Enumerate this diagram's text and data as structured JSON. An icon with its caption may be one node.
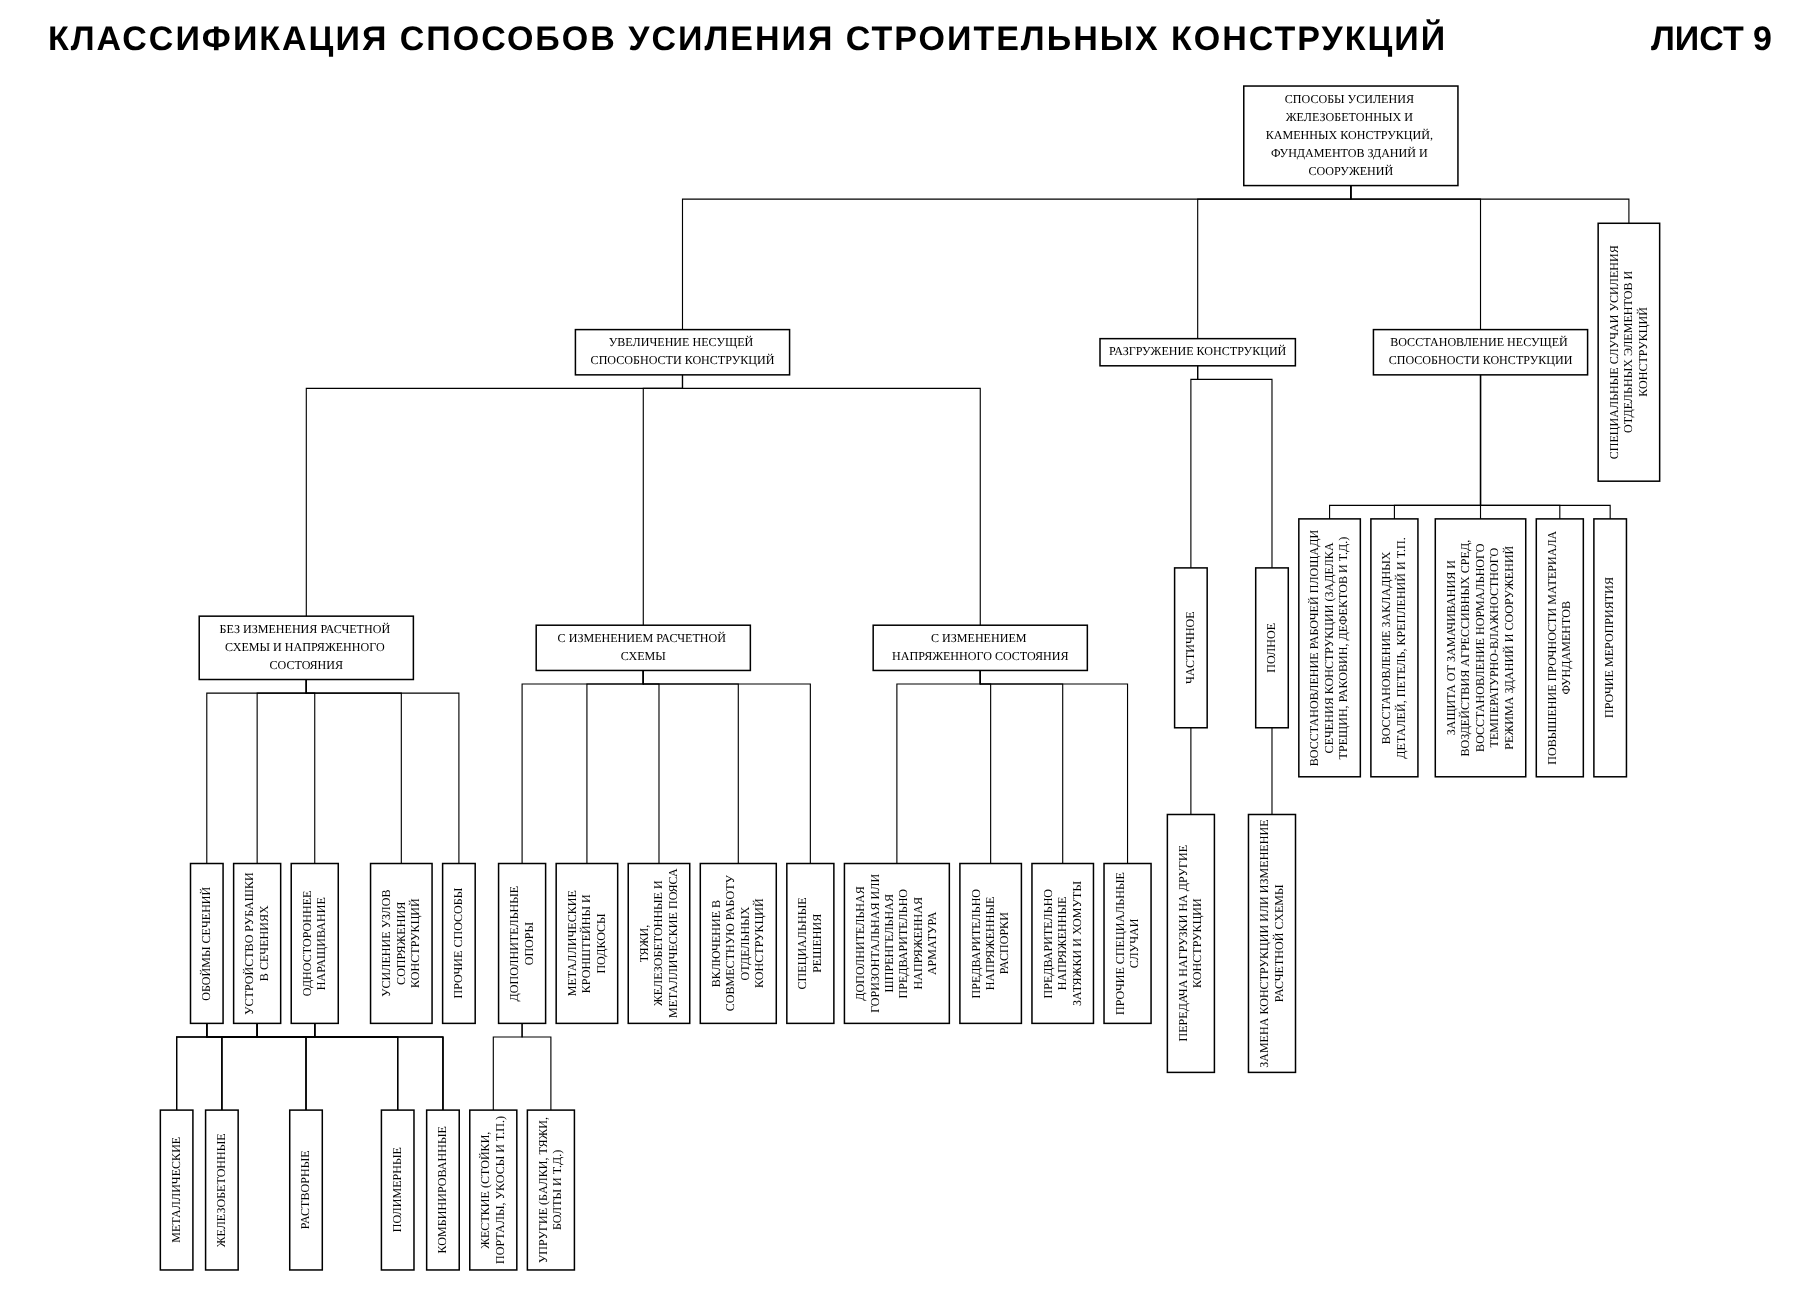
{
  "diagram": {
    "title": "КЛАССИФИКАЦИЯ СПОСОБОВ УСИЛЕНИЯ СТРОИТЕЛЬНЫХ КОНСТРУКЦИЙ",
    "nodes": [
      {
        "text": [
          "СПОСОБЫ УСИЛЕНИЯ ЖЕЛЕЗОБЕТОННЫХ И КАМЕННЫХ КОНСТРУКЦИЙ, ФУНДАМЕНТОВ ЗДАНИЙ И СООРУЖЕНИЙ"
        ]
      },
      {
        "text": [
          "ВОССТАНОВЛЕНИЕ НЕСУЩЕЙ СПОСОБНОСТИ КОНСТРУКЦИИ"
        ]
      },
      {
        "text": [
          "УВЕЛИЧЕНИЕ НЕСУЩЕЙ СПОСОБНОСТИ КОНСТРУКЦИЙ"
        ]
      },
      {
        "text": [
          "РАЗГРУЖЕНИЕ КОНСТРУКЦИЙ"
        ]
      },
      {
        "text": [
          "СПЕЦИАЛЬНЫЕ СЛУЧАИ УСИЛЕНИЯ ОТДЕЛЬНЫХ ЭЛЕМЕНТОВ И КОНСТРУКЦИЙ"
        ]
      },
      {
        "text": [
          "БЕЗ ИЗМЕНЕНИЯ РАСЧЕТНОЙ СХЕМЫ И НАПРЯЖЕННОГО СОСТОЯНИЯ"
        ]
      },
      {
        "text": [
          "С ИЗМЕНЕНИЕМ РАСЧЕТНОЙ СХЕМЫ"
        ]
      },
      {
        "text": [
          "С ИЗМЕНЕНИЕМ НАПРЯЖЕННОГО СОСТОЯНИЯ"
        ]
      },
      {
        "text": [
          "ЧАСТИЧНОЕ"
        ]
      },
      {
        "text": [
          "ПОЛНОЕ"
        ]
      },
      {
        "text": [
          "ВОССТАНОВЛЕНИЕ РАБОЧЕЙ ПЛОЩАДИ СЕЧЕНИЯ КОНСТРУКЦИИ (ЗАДЕЛКА ТРЕЩИН, РАКОВИН, ДЕФЕКТОВ И Т.Д.)"
        ]
      },
      {
        "text": [
          "ВОССТАНОВЛЕНИЕ ЗАКЛАДНЫХ ДЕТАЛЕЙ, ПЕТЕЛЬ, КРЕПЛЕНИЙ И Т.П."
        ]
      },
      {
        "text": [
          "ЗАЩИТА ОТ ЗАМАЧИВАНИЯ И ВОЗДЕЙСТВИЯ АГРЕССИВНЫХ СРЕД, ВОССТАНОВЛЕНИЕ НОРМАЛЬНОГО ТЕМПЕРАТУРНО-ВЛАЖНОСТНОГО РЕЖИМА ЗДАНИЙ И СООРУЖЕНИЙ"
        ]
      },
      {
        "text": [
          "ПОВЫШЕНИЕ ПРОЧНОСТИ МАТЕРИАЛА ФУНДАМЕНТОВ"
        ]
      },
      {
        "text": [
          "ПРОЧИЕ МЕРОПРИЯТИЯ"
        ]
      },
      {
        "text": [
          "ОБОЙМЫ СЕЧЕНИЙ"
        ]
      },
      {
        "text": [
          "УСТРОЙСТВО РУБАШКИ В СЕЧЕНИЯХ"
        ]
      },
      {
        "text": [
          "ОДНОСТОРОННЕЕ НАРАЩИВАНИЕ"
        ]
      },
      {
        "text": [
          "УСИЛЕНИЕ УЗЛОВ СОПРЯЖЕНИЯ КОНСТРУКЦИЙ"
        ]
      },
      {
        "text": [
          "ПРОЧИЕ СПОСОБЫ"
        ]
      },
      {
        "text": [
          "ДОПОЛНИТЕЛЬНЫЕ ОПОРЫ"
        ]
      },
      {
        "text": [
          "МЕТАЛЛИЧЕСКИЕ КРОНШТЕЙНЫ И ПОДКОСЫ"
        ]
      },
      {
        "text": [
          "ТЯЖИ, ЖЕЛЕЗОБЕТОННЫЕ И МЕТАЛЛИЧЕСКИЕ ПОЯСА"
        ]
      },
      {
        "text": [
          "ВКЛЮЧЕНИЕ В СОВМЕСТНУЮ РАБОТУ ОТДЕЛЬНЫХ КОНСТРУКЦИЙ"
        ]
      },
      {
        "text": [
          "СПЕЦИАЛЬНЫЕ РЕШЕНИЯ"
        ]
      },
      {
        "text": [
          "ДОПОЛНИТЕЛЬНАЯ ГОРИЗОНТАЛЬНАЯ ИЛИ ШПРЕНГЕЛЬНАЯ ПРЕДВАРИТЕЛЬНО НАПРЯЖЕННАЯ АРМАТУРА"
        ]
      },
      {
        "text": [
          "ПРЕДВАРИТЕЛЬНО НАПРЯЖЕННЫЕ РАСПОРКИ"
        ]
      },
      {
        "text": [
          "ПРЕДВАРИТЕЛЬНО НАПРЯЖЕННЫЕ ЗАТЯЖКИ И ХОМУТЫ"
        ]
      },
      {
        "text": [
          "ПРОЧИЕ СПЕЦИАЛЬНЫЕ СЛУЧАИ"
        ]
      },
      {
        "text": [
          "ПЕРЕДАЧА НАГРУЗКИ НА ДРУГИЕ КОНСТРУКЦИИ"
        ]
      },
      {
        "text": [
          "ЗАМЕНА КОНСТРУКЦИИ ИЛИ ИЗМЕНЕНИЕ РАСЧЕТНОЙ СХЕМЫ"
        ]
      },
      {
        "text": [
          "МЕТАЛЛИЧЕСКИЕ"
        ]
      },
      {
        "text": [
          "ЖЕЛЕЗОБЕТОННЫЕ"
        ]
      },
      {
        "text": [
          "РАСТВОРНЫЕ"
        ]
      },
      {
        "text": [
          "ПОЛИМЕРНЫЕ"
        ]
      },
      {
        "text": [
          "КОМБИНИРОВАННЫЕ"
        ]
      },
      {
        "text": [
          "ЖЕСТКИЕ (СТОЙКИ, ПОРТАЛЫ, УКОСЫ И Т.П.)"
        ]
      },
      {
        "text": [
          "УПРУГИЕ (БАЛКИ, ТЯЖИ, БОЛТЫ И Т.Д.)"
        ]
      }
    ],
    "edges": [
      {
        "from": 0,
        "to": 1,
        "arrow": "none"
      },
      {
        "from": 0,
        "to": 2,
        "arrow": "none"
      },
      {
        "from": 0,
        "to": 3,
        "arrow": "none"
      },
      {
        "from": 0,
        "to": 4,
        "arrow": "none"
      },
      {
        "from": 1,
        "to": 10,
        "arrow": "none"
      },
      {
        "from": 1,
        "to": 11,
        "arrow": "none"
      },
      {
        "from": 1,
        "to": 12,
        "arrow": "none"
      },
      {
        "from": 1,
        "to": 13,
        "arrow": "none"
      },
      {
        "from": 1,
        "to": 14,
        "arrow": "none"
      },
      {
        "from": 2,
        "to": 5,
        "arrow": "none"
      },
      {
        "from": 2,
        "to": 6,
        "arrow": "none"
      },
      {
        "from": 2,
        "to": 7,
        "arrow": "none"
      },
      {
        "from": 3,
        "to": 8,
        "arrow": "none"
      },
      {
        "from": 3,
        "to": 9,
        "arrow": "none"
      },
      {
        "from": 5,
        "to": 15,
        "arrow": "none"
      },
      {
        "from": 5,
        "to": 16,
        "arrow": "none"
      },
      {
        "from": 5,
        "to": 17,
        "arrow": "none"
      },
      {
        "from": 5,
        "to": 18,
        "arrow": "none"
      },
      {
        "from": 5,
        "to": 19,
        "arrow": "none"
      },
      {
        "from": 6,
        "to": 20,
        "arrow": "none"
      },
      {
        "from": 6,
        "to": 21,
        "arrow": "none"
      },
      {
        "from": 6,
        "to": 22,
        "arrow": "none"
      },
      {
        "from": 6,
        "to": 23,
        "arrow": "none"
      },
      {
        "from": 6,
        "to": 24,
        "arrow": "none"
      },
      {
        "from": 7,
        "to": 25,
        "arrow": "none"
      },
      {
        "from": 7,
        "to": 26,
        "arrow": "none"
      },
      {
        "from": 7,
        "to": 27,
        "arrow": "none"
      },
      {
        "from": 7,
        "to": 28,
        "arrow": "none"
      },
      {
        "from": 8,
        "to": 29,
        "arrow": "none"
      },
      {
        "from": 9,
        "to": 30,
        "arrow": "none"
      },
      {
        "from": 15,
        "to": 31,
        "arrow": "none"
      },
      {
        "from": 15,
        "to": 32,
        "arrow": "none"
      },
      {
        "from": 15,
        "to": 33,
        "arrow": "none"
      },
      {
        "from": 15,
        "to": 34,
        "arrow": "none"
      },
      {
        "from": 15,
        "to": 35,
        "arrow": "none"
      },
      {
        "from": 16,
        "to": 31,
        "arrow": "none"
      },
      {
        "from": 16,
        "to": 32,
        "arrow": "none"
      },
      {
        "from": 16,
        "to": 33,
        "arrow": "none"
      },
      {
        "from": 16,
        "to": 34,
        "arrow": "none"
      },
      {
        "from": 16,
        "to": 35,
        "arrow": "none"
      },
      {
        "from": 17,
        "to": 31,
        "arrow": "none"
      },
      {
        "from": 17,
        "to": 32,
        "arrow": "none"
      },
      {
        "from": 17,
        "to": 33,
        "arrow": "none"
      },
      {
        "from": 17,
        "to": 34,
        "arrow": "none"
      },
      {
        "from": 17,
        "to": 35,
        "arrow": "none"
      },
      {
        "from": 20,
        "to": 36,
        "arrow": "none"
      },
      {
        "from": 20,
        "to": 37,
        "arrow": "none"
      }
    ],
    "labels": [
      "ЛИСТ 9"
    ]
  }
}
